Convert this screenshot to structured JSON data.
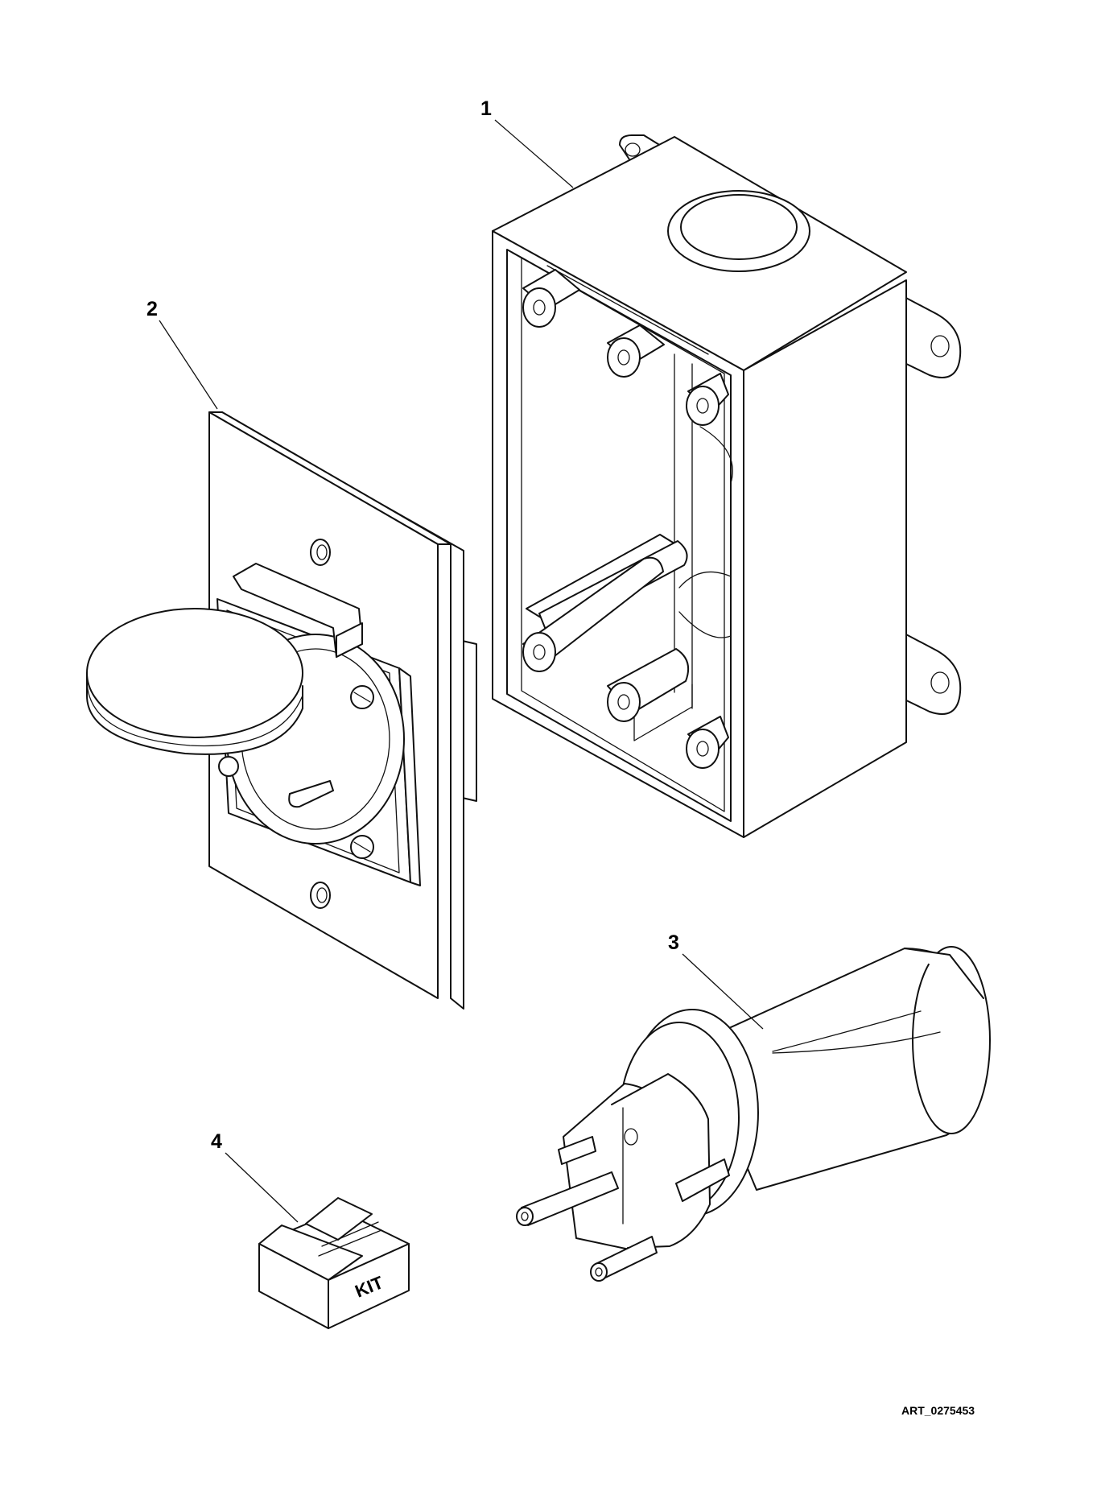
{
  "figure": {
    "art_id": "ART_0275453",
    "callouts": [
      {
        "id": "callout-1",
        "label": "1",
        "part": "junction-box"
      },
      {
        "id": "callout-2",
        "label": "2",
        "part": "receptacle-with-cover-plate"
      },
      {
        "id": "callout-3",
        "label": "3",
        "part": "plug"
      },
      {
        "id": "callout-4",
        "label": "4",
        "part": "kit-box"
      }
    ],
    "kit_label": "KIT"
  }
}
